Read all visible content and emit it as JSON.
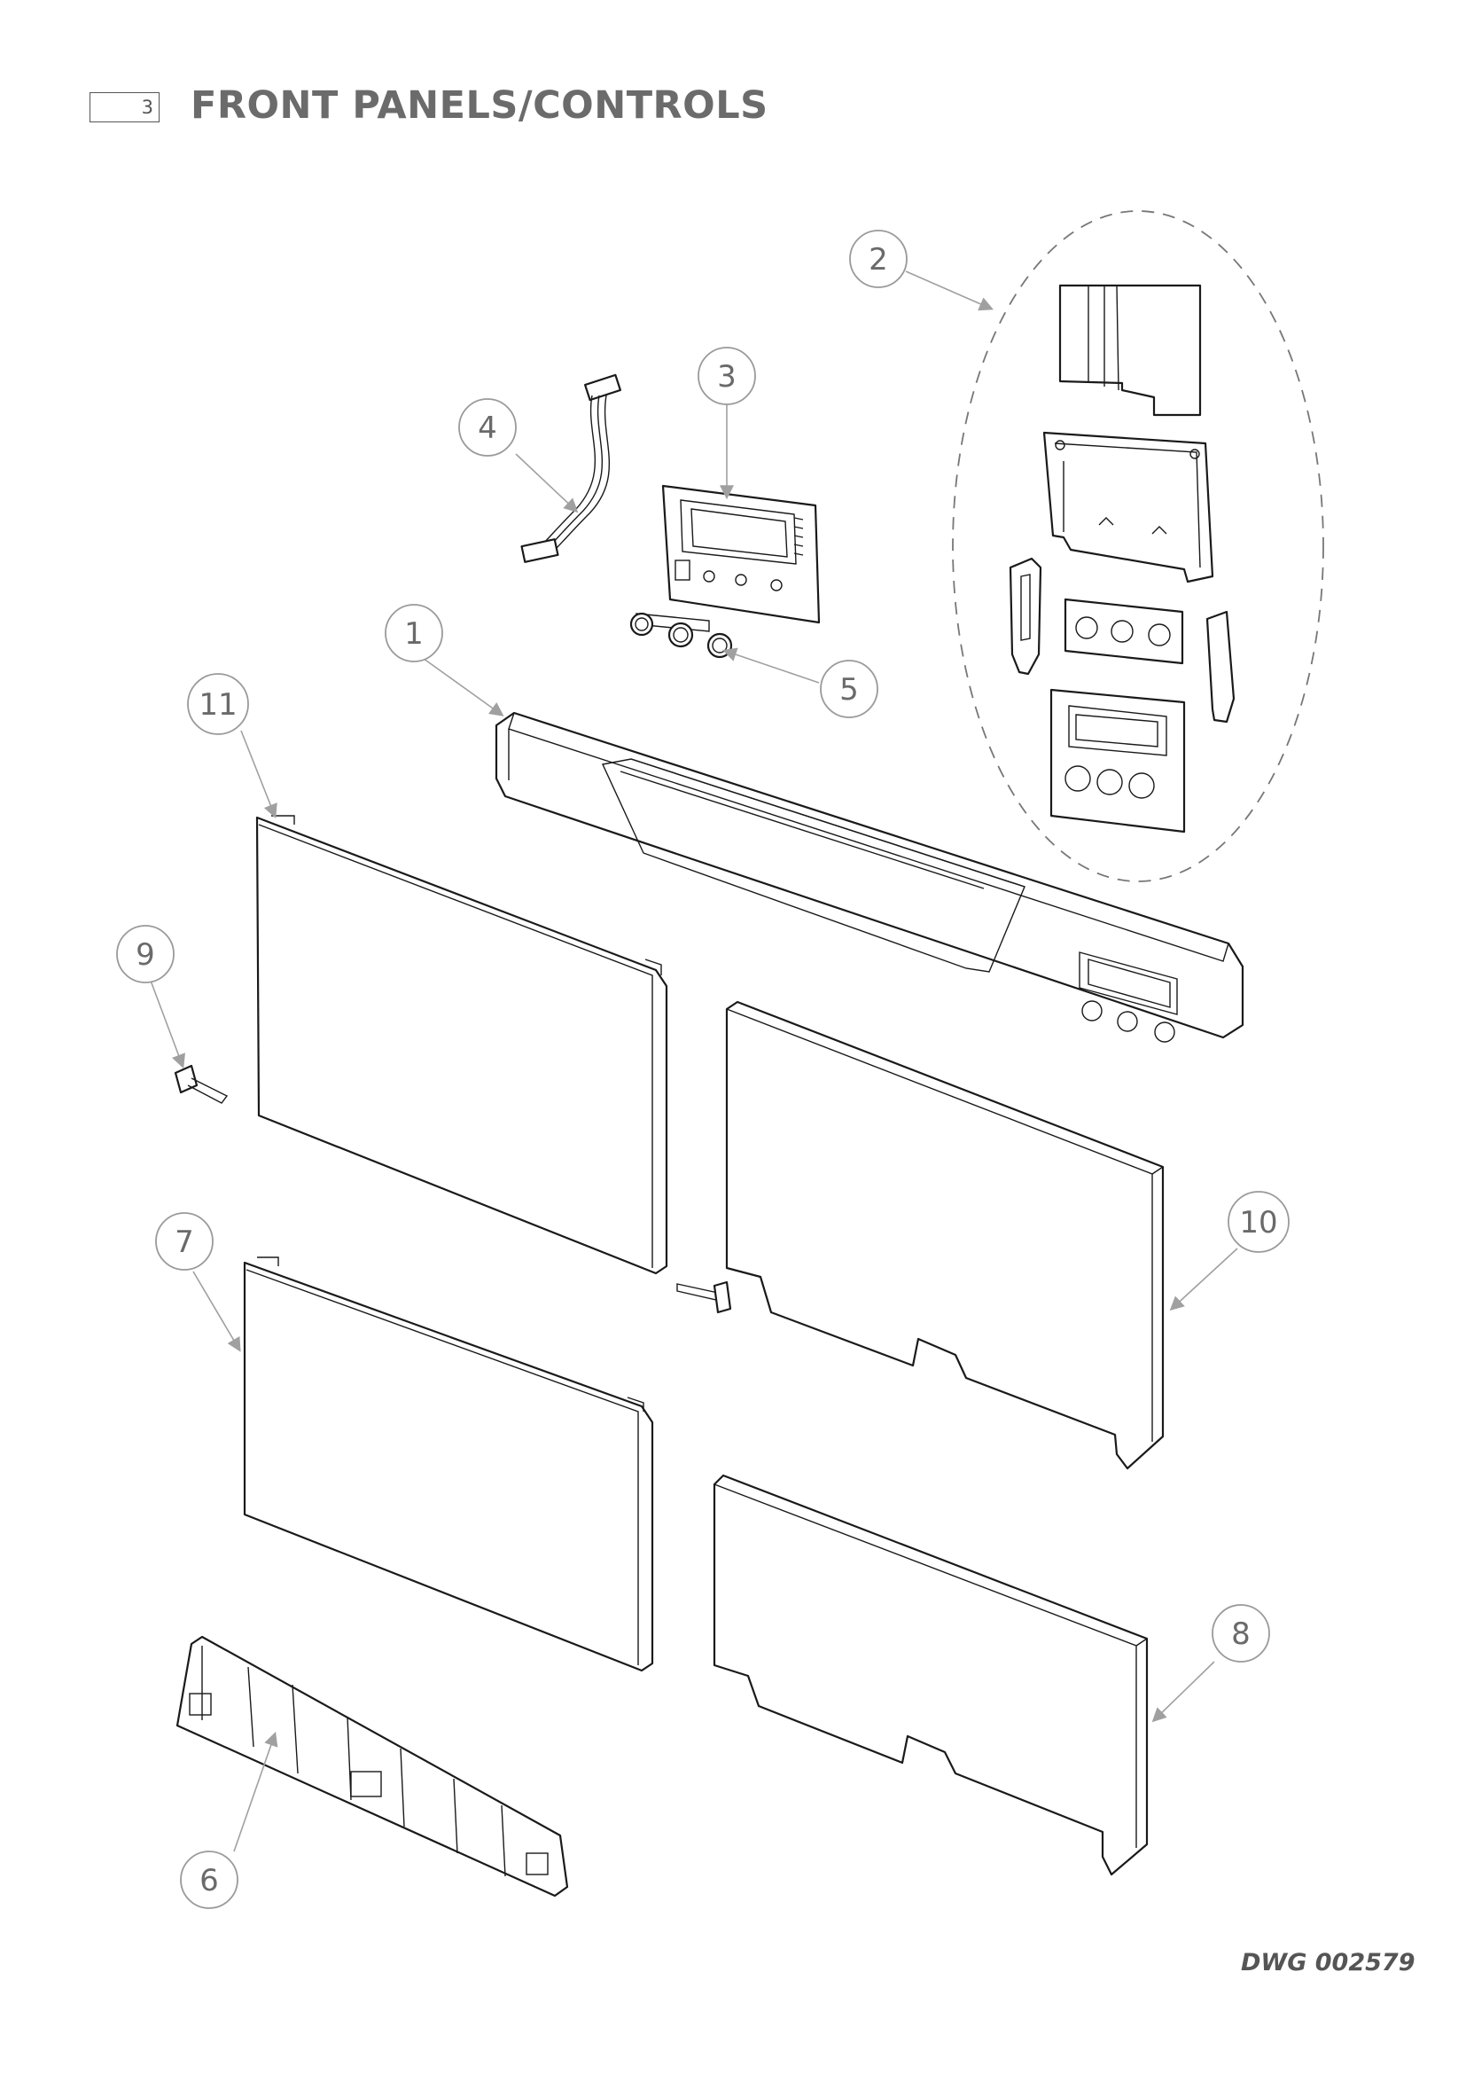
{
  "header": {
    "section_number": "3",
    "title": "FRONT PANELS/CONTROLS"
  },
  "drawing_number": "DWG 002579",
  "callouts": [
    {
      "id": "1",
      "label": "1"
    },
    {
      "id": "2",
      "label": "2"
    },
    {
      "id": "3",
      "label": "3"
    },
    {
      "id": "4",
      "label": "4"
    },
    {
      "id": "5",
      "label": "5"
    },
    {
      "id": "6",
      "label": "6"
    },
    {
      "id": "7",
      "label": "7"
    },
    {
      "id": "8",
      "label": "8"
    },
    {
      "id": "9",
      "label": "9"
    },
    {
      "id": "10",
      "label": "10"
    },
    {
      "id": "11",
      "label": "11"
    }
  ]
}
